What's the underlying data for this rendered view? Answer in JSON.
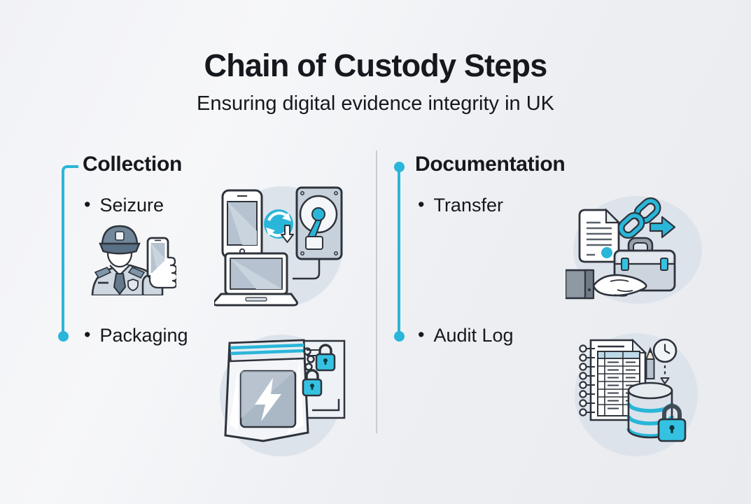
{
  "page": {
    "title": "Chain of Custody Steps",
    "subtitle": "Ensuring digital evidence integrity in UK"
  },
  "bullet_char": "•",
  "columns": [
    {
      "header": "Collection",
      "items": [
        {
          "label": "Seizure",
          "illustration": "police-officer-holding-phone-and-devices"
        },
        {
          "label": "Packaging",
          "illustration": "sealed-evidence-bag-with-padlocks"
        }
      ]
    },
    {
      "header": "Documentation",
      "items": [
        {
          "label": "Transfer",
          "illustration": "document-chain-arrow-briefcase-handoff"
        },
        {
          "label": "Audit Log",
          "illustration": "ledger-clock-pencil-database-padlock"
        }
      ]
    }
  ],
  "colors": {
    "accent_teal": "#29b6d9",
    "lock_teal": "#35c2e2",
    "text": "#15181d",
    "divider": "#c9ccd2",
    "illustration_circle": "#dde3ea",
    "background_bottom": "#e9ebef"
  }
}
